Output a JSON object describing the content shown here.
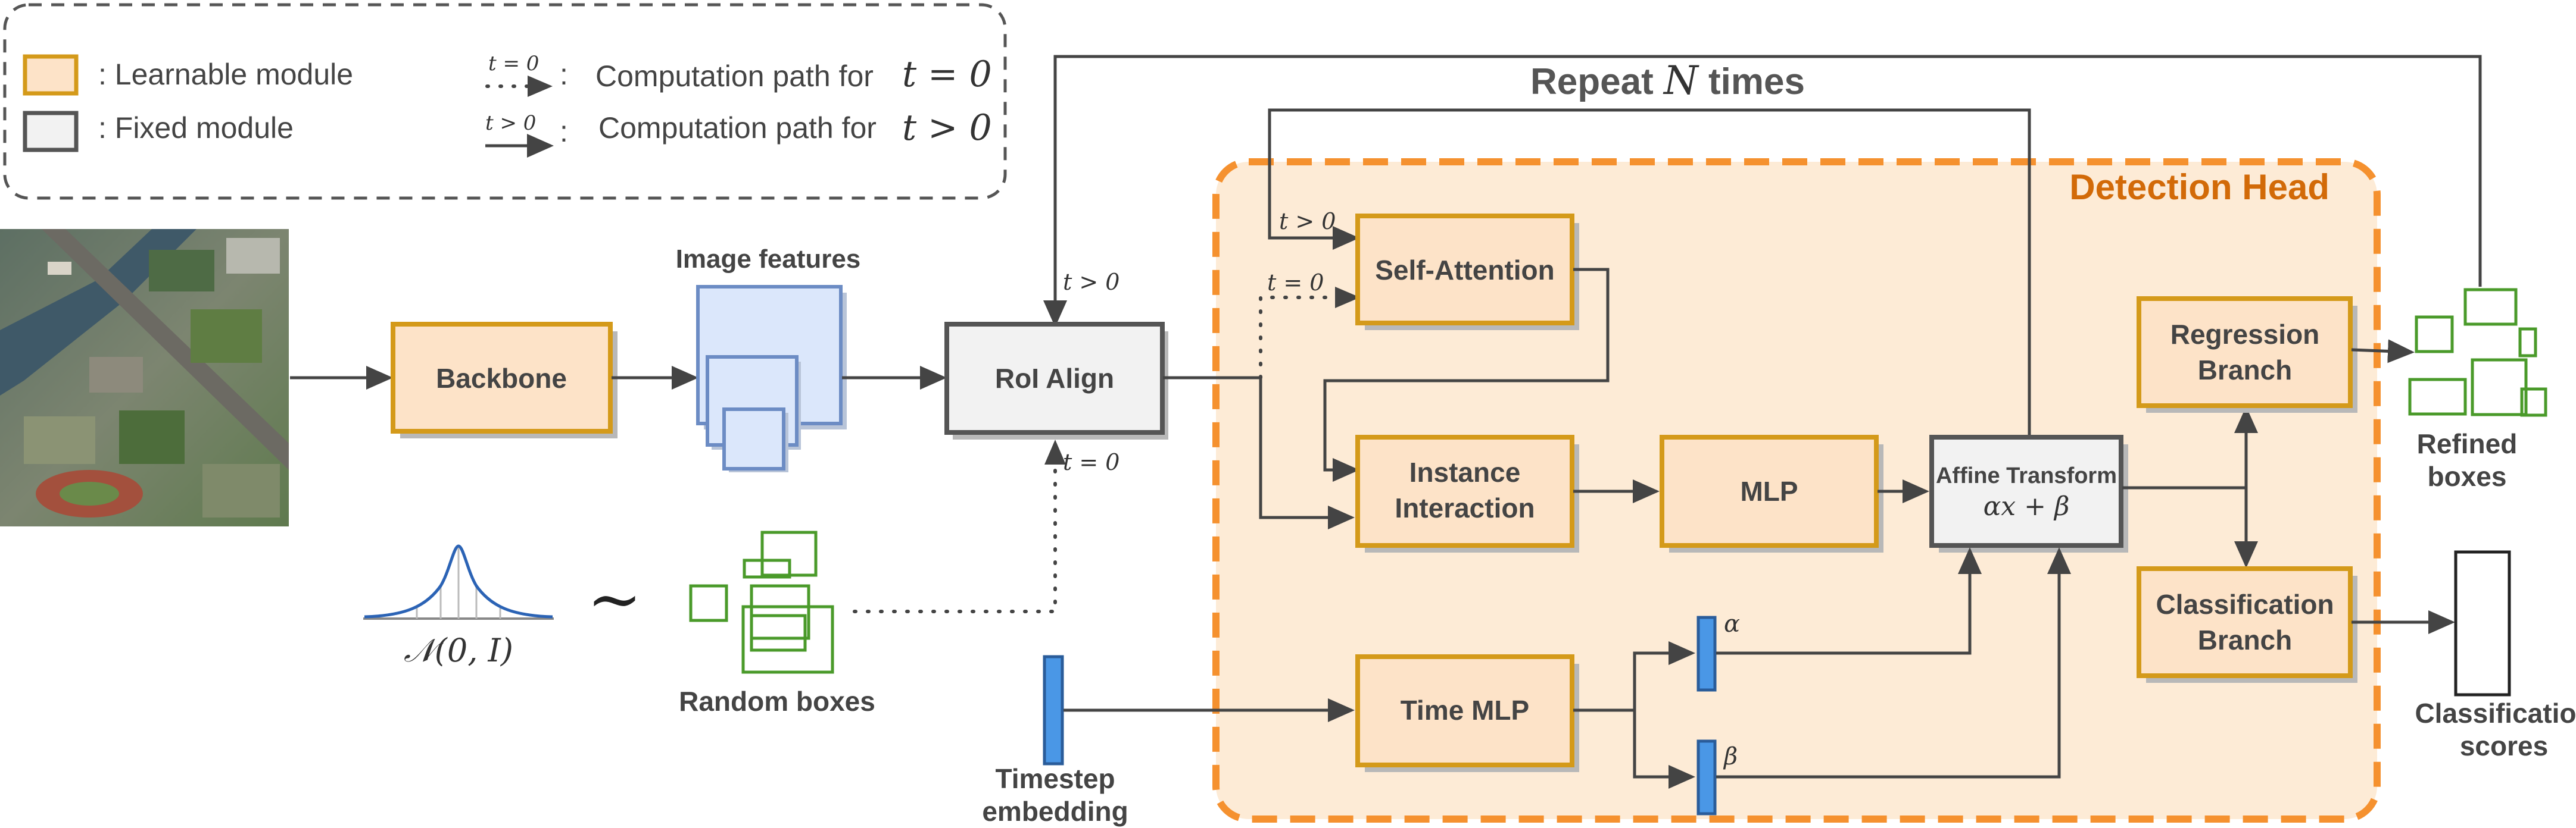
{
  "legend": {
    "learnable": ":   Learnable module",
    "fixed": ":   Fixed module",
    "path_t0_symbol": "t = 0",
    "path_t0_text": "Computation path for",
    "path_t0_math": "t = 0",
    "path_tgt0_symbol": "t > 0",
    "path_tgt0_text": "Computation path for",
    "path_tgt0_math": "t > 0"
  },
  "repeat": {
    "text": "Repeat",
    "math": "N",
    "suffix": "times"
  },
  "detection_head": "Detection Head",
  "modules": {
    "backbone": "Backbone",
    "image_features": "Image features",
    "roi_align": "RoI Align",
    "self_attention": "Self-Attention",
    "instance_interaction_1": "Instance",
    "instance_interaction_2": "Interaction",
    "mlp": "MLP",
    "affine_title": "Affine Transform",
    "affine_formula": "αx + β",
    "regression_1": "Regression",
    "regression_2": "Branch",
    "classification_1": "Classification",
    "classification_2": "Branch",
    "time_mlp": "Time MLP"
  },
  "labels": {
    "t_gt0_roi": "t > 0",
    "t_eq0_roi": "t = 0",
    "t_gt0_sa": "t > 0",
    "t_eq0_sa": "t = 0",
    "alpha": "α",
    "beta": "β",
    "normal": "𝒩(0, I)",
    "tilde": "∼",
    "random_boxes": "Random boxes",
    "timestep_1": "Timestep",
    "timestep_2": "embedding",
    "refined_1": "Refined",
    "refined_2": "boxes",
    "cls_scores_1": "Classification",
    "cls_scores_2": "scores"
  },
  "colors": {
    "learnable_fill": "#fde3c8",
    "learnable_stroke": "#d49a1a",
    "fixed_fill": "#f2f2f2",
    "fixed_stroke": "#555555",
    "head_border": "#f5912f",
    "head_fill": "#fdebd6",
    "head_title": "#d26a08",
    "box_green": "#4a9a2a",
    "embedding_blue": "#4a97e6",
    "feature_blue": "#dbe7fb"
  }
}
